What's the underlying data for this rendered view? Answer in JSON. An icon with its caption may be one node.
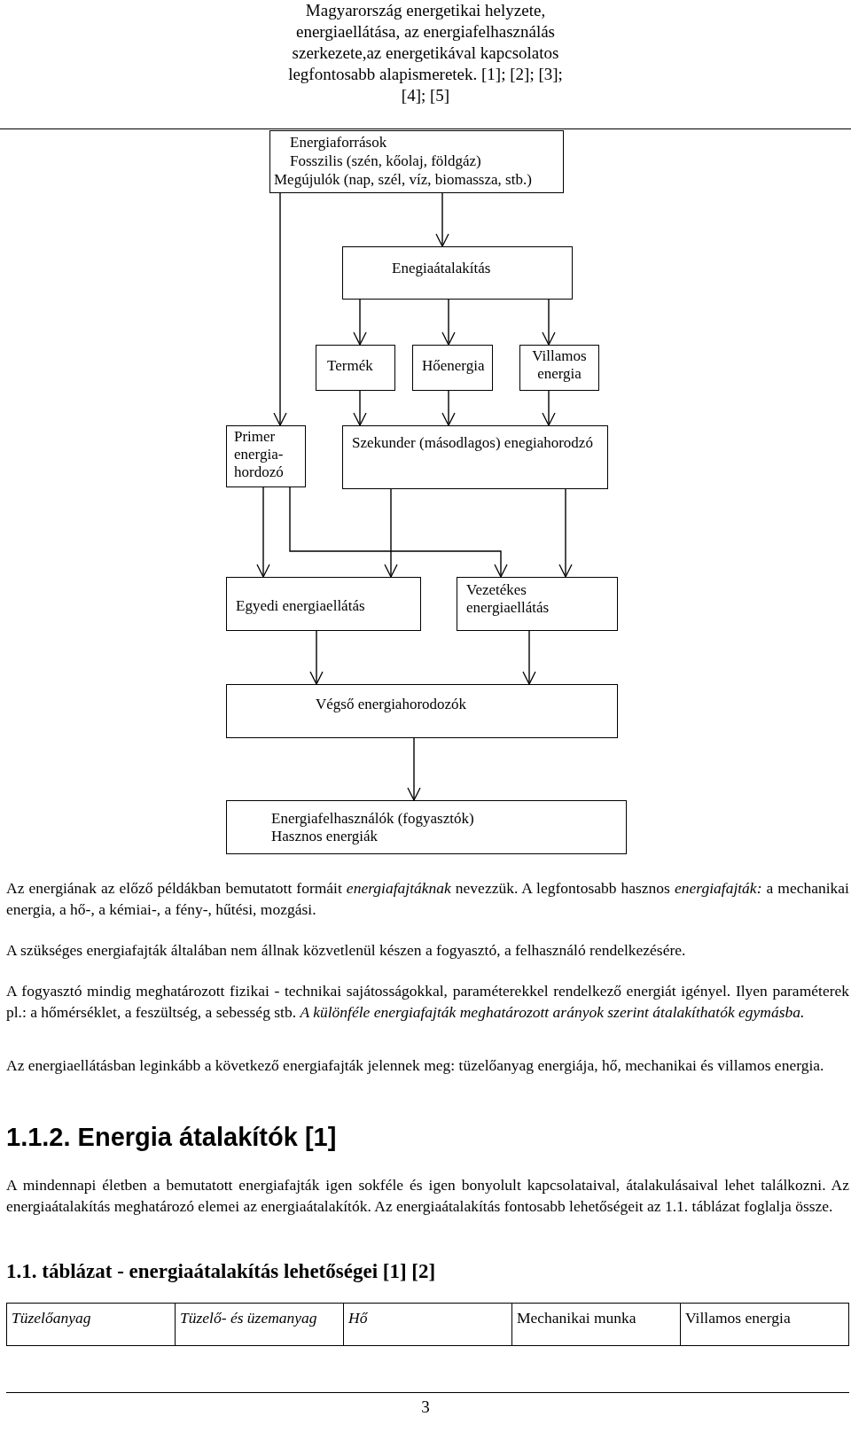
{
  "diagram": {
    "title": "Magyarország energetikai helyzete, energiaellátása, az energiafelhasználás szerkezete,az energetikával kapcsolatos legfontosabb alapismeretek. [1]; [2]; [3]; [4]; [5]",
    "nodes": [
      {
        "text": [
          "Energiaforrások",
          "Fosszilis (szén, kőolaj, földgáz)",
          "Megújulók (nap, szél, víz, biomassza, stb.)"
        ]
      },
      {
        "text": [
          "Enegiaátalakítás"
        ]
      },
      {
        "text": [
          "Termék"
        ]
      },
      {
        "text": [
          "Hőenergia"
        ]
      },
      {
        "text": [
          "Villamos energia"
        ]
      },
      {
        "text": [
          "Primer energia- hordozó"
        ]
      },
      {
        "text": [
          "Szekunder (másodlagos) enegiahorodzó"
        ]
      },
      {
        "text": [
          "Egyedi energiaellátás"
        ]
      },
      {
        "text": [
          "Vezetékes energiaellátás"
        ]
      },
      {
        "text": [
          "Végső energiahorodozók"
        ]
      },
      {
        "text": [
          "Energiafelhasználók (fogyasztók)",
          "Hasznos energiák"
        ]
      }
    ],
    "edges": [
      {
        "from": 0,
        "to": 5,
        "arrow": "to"
      },
      {
        "from": 0,
        "to": 1,
        "arrow": "to"
      },
      {
        "from": 1,
        "to": 2,
        "arrow": "to"
      },
      {
        "from": 1,
        "to": 3,
        "arrow": "to"
      },
      {
        "from": 1,
        "to": 4,
        "arrow": "to"
      },
      {
        "from": 2,
        "to": 6,
        "arrow": "to"
      },
      {
        "from": 3,
        "to": 6,
        "arrow": "to"
      },
      {
        "from": 4,
        "to": 6,
        "arrow": "to"
      },
      {
        "from": 5,
        "to": 7,
        "arrow": "to"
      },
      {
        "from": 5,
        "to": 8,
        "arrow": "to"
      },
      {
        "from": 6,
        "to": 7,
        "arrow": "to"
      },
      {
        "from": 6,
        "to": 8,
        "arrow": "to"
      },
      {
        "from": 7,
        "to": 9,
        "arrow": "to"
      },
      {
        "from": 8,
        "to": 9,
        "arrow": "to"
      },
      {
        "from": 9,
        "to": 10,
        "arrow": "to"
      }
    ],
    "labels": [
      "Az energiának az előző példákban bemutatott formáit *energiafajtáknak* nevezzük. A legfontosabb hasznos *energiafajták:* a mechanikai energia, a hő-, a kémiai-, a fény-, hűtési, mozgási.",
      "A szükséges energiafajták általában nem állnak közvetlenül készen a fogyasztó, a felhasználó rendelkezésére.",
      "A fogyasztó mindig meghatározott fizikai - technikai sajátosságokkal, paraméterekkel rendelkező energiát igényel. Ilyen paraméterek pl.: a hőmérséklet, a feszültség, a sebesség stb. *A különféle energiafajták meghatározott arányok szerint átalakíthatók egymásba.*",
      "Az energiaellátásban leginkább a következő energiafajták jelennek meg: tüzelőanyag energiája, hő, mechanikai és villamos energia.",
      "1.1.2. Energia átalakítók [1]",
      "A mindennapi életben a bemutatott energiafajták igen sokféle és igen bonyolult kapcsolataival, átalakulásaival lehet találkozni. Az energiaátalakítás meghatározó elemei az energiaátalakítók. Az energiaátalakítás fontosabb lehetőségeit az 1.1. táblázat foglalja össze.",
      "1.1. táblázat - energiaátalakítás lehetőségei [1] [2]",
      "Tüzelőanyag",
      "Tüzelő- és üzemanyag",
      "Hő",
      "Mechanikai munka",
      "Villamos energia",
      "3"
    ]
  }
}
